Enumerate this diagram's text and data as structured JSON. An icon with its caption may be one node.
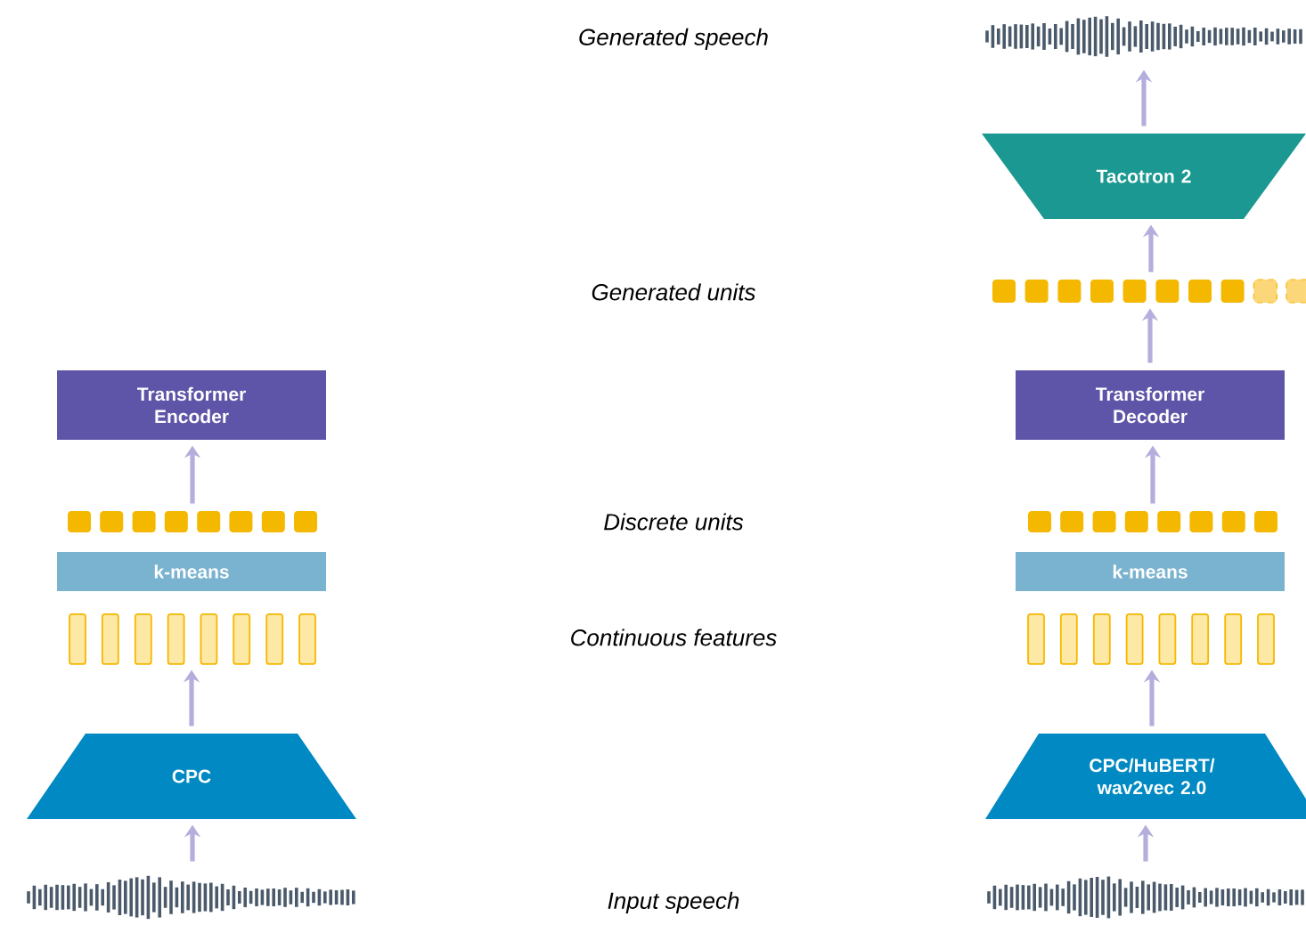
{
  "diagram": {
    "nodes": [
      {
        "text": [],
        "shape": "waveform"
      },
      {
        "text": [
          "Tacotron 2"
        ]
      },
      {
        "text": [],
        "shape": "box"
      },
      {
        "text": [
          "Transformer Encoder"
        ]
      },
      {
        "text": [
          "Transformer Decoder"
        ]
      },
      {
        "text": [],
        "shape": "box"
      },
      {
        "text": [],
        "shape": "box"
      },
      {
        "text": [
          "k-means"
        ]
      },
      {
        "text": [
          "k-means"
        ]
      },
      {
        "text": [],
        "shape": "bar"
      },
      {
        "text": [],
        "shape": "bar"
      },
      {
        "text": [
          "CPC"
        ]
      },
      {
        "text": [
          "CPC/HuBERT/ wav2vec 2.0"
        ]
      },
      {
        "text": [],
        "shape": "waveform"
      },
      {
        "text": [],
        "shape": "waveform"
      }
    ],
    "edges": [
      {
        "from": 13,
        "to": 11,
        "arrow": "to"
      },
      {
        "from": 11,
        "to": 9,
        "arrow": "to"
      },
      {
        "from": 5,
        "to": 3,
        "arrow": "to"
      },
      {
        "from": 14,
        "to": 12,
        "arrow": "to"
      },
      {
        "from": 12,
        "to": 10,
        "arrow": "to"
      },
      {
        "from": 6,
        "to": 4,
        "arrow": "to"
      },
      {
        "from": 4,
        "to": 2,
        "arrow": "to"
      },
      {
        "from": 2,
        "to": 1,
        "arrow": "to"
      },
      {
        "from": 1,
        "to": 0,
        "arrow": "to"
      }
    ],
    "labels": [
      "Generated speech",
      "Generated units",
      "Discrete units",
      "Continuous features",
      "Input speech"
    ]
  }
}
